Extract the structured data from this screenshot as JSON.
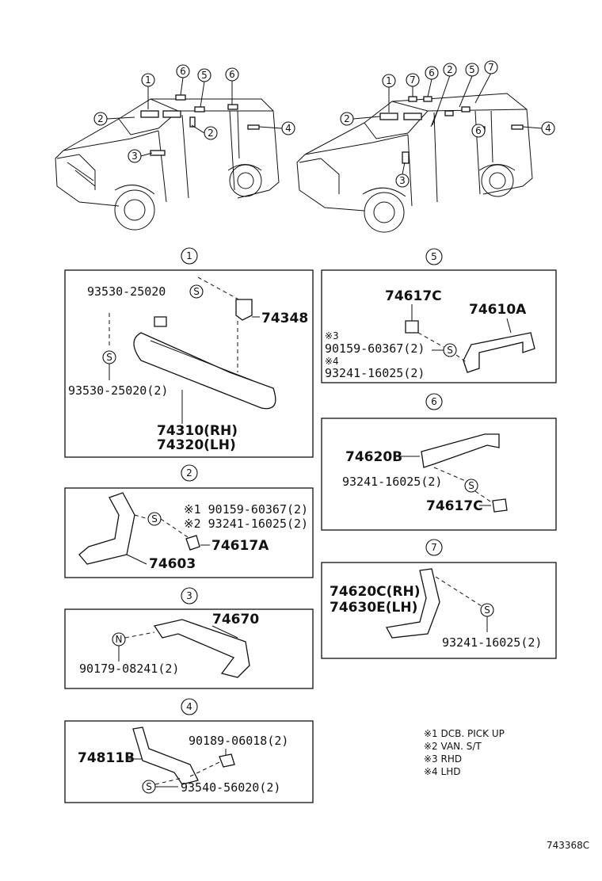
{
  "diagram": {
    "code": "743368C",
    "overview": {
      "left_callouts": [
        "1",
        "6",
        "5",
        "6",
        "2",
        "2",
        "4",
        "3"
      ],
      "right_callouts": [
        "1",
        "7",
        "6",
        "2",
        "5",
        "7",
        "2",
        "6",
        "4",
        "3"
      ]
    },
    "sections": {
      "s1": {
        "num": "1",
        "labels": [
          "93530-25020",
          "74348",
          "93530-25020(2)",
          "74310(RH)",
          "74320(LH)"
        ],
        "symbols": [
          "S",
          "S"
        ]
      },
      "s2": {
        "num": "2",
        "labels": [
          "※1 90159-60367(2)",
          "※2 93241-16025(2)",
          "74617A",
          "74603"
        ],
        "symbols": [
          "S"
        ]
      },
      "s3": {
        "num": "3",
        "labels": [
          "74670",
          "90179-08241(2)"
        ],
        "symbols": [
          "N"
        ]
      },
      "s4": {
        "num": "4",
        "labels": [
          "90189-06018(2)",
          "74811B",
          "93540-56020(2)"
        ],
        "symbols": [
          "S"
        ]
      },
      "s5": {
        "num": "5",
        "labels": [
          "74617C",
          "74610A",
          "※3",
          "90159-60367(2)",
          "※4",
          "93241-16025(2)"
        ],
        "symbols": [
          "S"
        ]
      },
      "s6": {
        "num": "6",
        "labels": [
          "74620B",
          "93241-16025(2)",
          "74617C"
        ],
        "symbols": [
          "S"
        ]
      },
      "s7": {
        "num": "7",
        "labels": [
          "74620C(RH)",
          "74630E(LH)",
          "93241-16025(2)"
        ],
        "symbols": [
          "S"
        ]
      }
    },
    "notes": [
      "※1 DCB. PICK UP",
      "※2 VAN. S/T",
      "※3 RHD",
      "※4 LHD"
    ]
  }
}
